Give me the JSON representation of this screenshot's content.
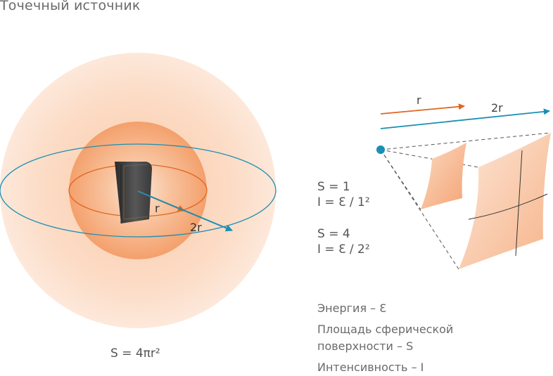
{
  "title": "Точечный источник",
  "sphere_formula": "S = 4πr²",
  "labels": {
    "r_sphere": "r",
    "two_r_sphere": "2r",
    "r_arrow": "r",
    "two_r_arrow": "2r"
  },
  "equations": {
    "near": {
      "area": "S = 1",
      "intensity": "I = Ɛ / 1²"
    },
    "far": {
      "area": "S = 4",
      "intensity": "I = Ɛ / 2²"
    }
  },
  "legend": {
    "energy": "Энергия – Ɛ",
    "surface_line1": "Площадь сферической",
    "surface_line2": "поверхности – S",
    "intensity": "Интенсивность – I"
  },
  "colors": {
    "orange": "#e0661f",
    "blue": "#1a8fb3",
    "outer_sphere": "#fde1cf",
    "inner_sphere": "#f6a779",
    "speaker": "#3c3c3c"
  }
}
